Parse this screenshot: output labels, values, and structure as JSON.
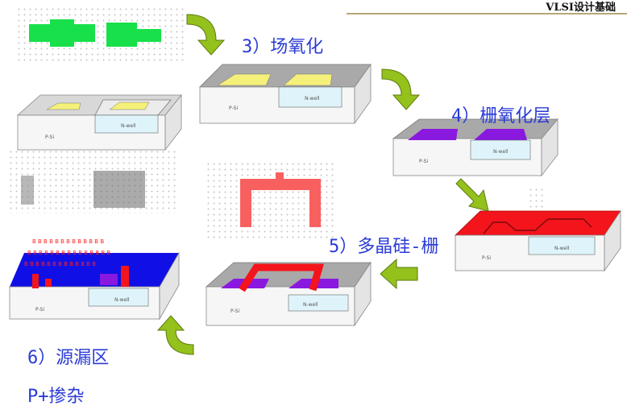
{
  "header": {
    "title": "VLSI设计基础"
  },
  "steps": {
    "s3": "3）场氧化",
    "s4": "4）栅氧化层",
    "s5": "5）多晶硅-栅",
    "s6": "6）源漏区",
    "s6b": "P+掺杂"
  },
  "labels": {
    "psub": "P-Si",
    "nwell": "N-well"
  },
  "colors": {
    "green": "#18e04a",
    "yellow": "#f4f07a",
    "purple": "#8a19e0",
    "red": "#f4141c",
    "blue": "#1010e6",
    "arrow": "#94c11c",
    "label": "#2a3bd6"
  }
}
